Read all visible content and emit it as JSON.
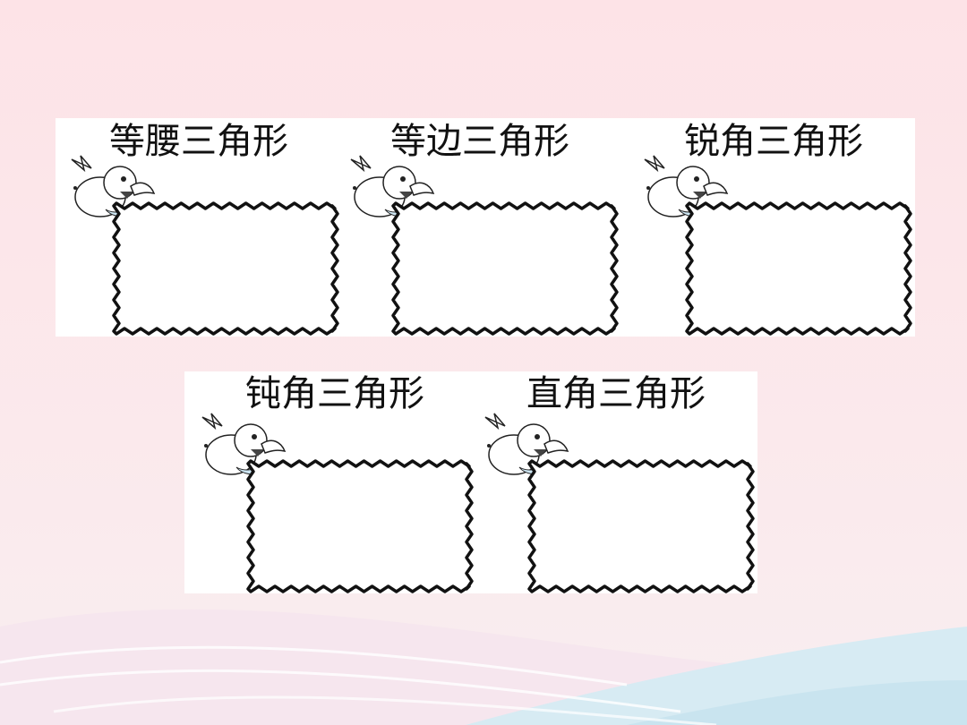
{
  "slide": {
    "labels": [
      "等腰三角形",
      "等边三角形",
      "锐角三角形",
      "钝角三角形",
      "直角三角形"
    ]
  },
  "icons": {
    "bird": "bird-icon",
    "frame": "wavy-frame"
  },
  "colors": {
    "background": "#fde3e7",
    "panel": "#ffffff",
    "wave": "#d9ecf3"
  }
}
